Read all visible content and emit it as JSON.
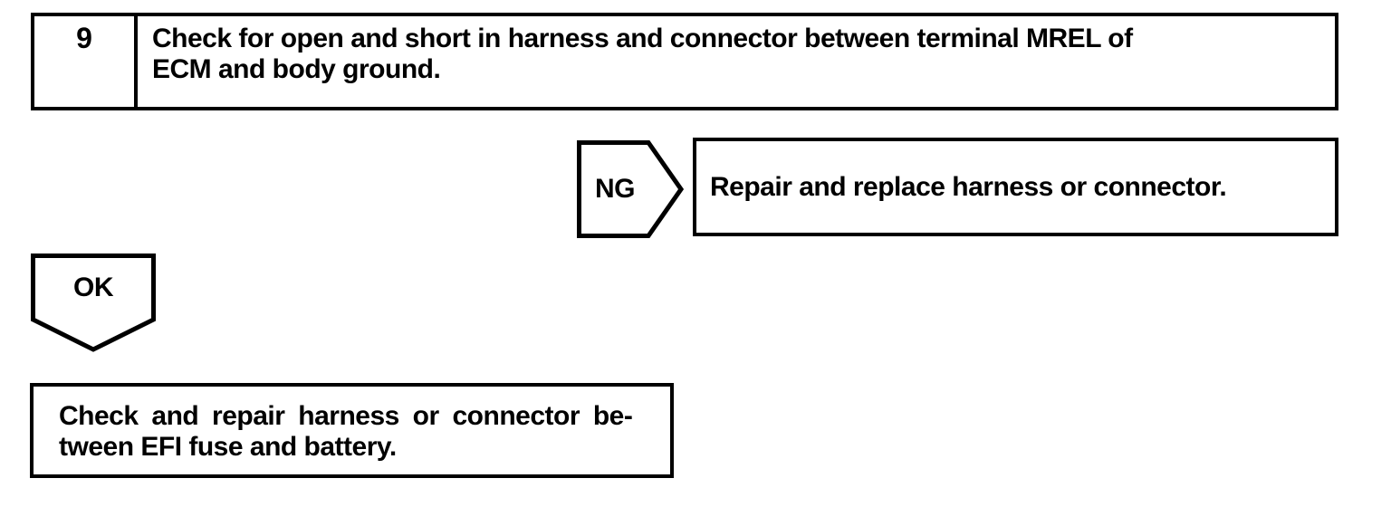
{
  "colors": {
    "ink": "#000000",
    "paper": "#ffffff"
  },
  "step": {
    "number": "9",
    "instruction_lines": [
      "Check for open and short in harness and connector between terminal MREL of",
      "ECM and body ground."
    ]
  },
  "ng": {
    "label": "NG",
    "action": "Repair and replace harness or connector."
  },
  "ok": {
    "label": "OK",
    "action_lines": [
      "Check and repair harness or connector be-",
      "tween EFI fuse and battery."
    ]
  }
}
